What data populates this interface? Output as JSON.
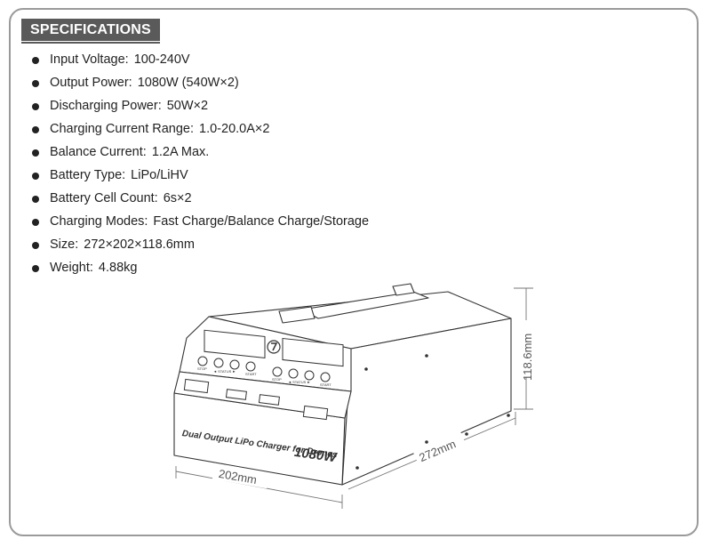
{
  "header": {
    "title": "SPECIFICATIONS"
  },
  "specs": [
    {
      "label": "Input Voltage:",
      "value": "100-240V"
    },
    {
      "label": "Output Power:",
      "value": "1080W (540W×2)"
    },
    {
      "label": "Discharging Power:",
      "value": "50W×2"
    },
    {
      "label": "Charging Current Range:",
      "value": "1.0-20.0A×2"
    },
    {
      "label": "Balance Current:",
      "value": "1.2A Max."
    },
    {
      "label": "Battery Type:",
      "value": "LiPo/LiHV"
    },
    {
      "label": "Battery Cell Count:",
      "value": "6s×2"
    },
    {
      "label": "Charging Modes:",
      "value": "Fast Charge/Balance Charge/Storage"
    },
    {
      "label": "Size:",
      "value": "272×202×118.6mm"
    },
    {
      "label": "Weight:",
      "value": "4.88kg"
    }
  ],
  "drawing": {
    "panel_text": "Dual Output LiPo Charger for Drones",
    "panel_model": "1080W",
    "dim_width": "202mm",
    "dim_depth": "272mm",
    "dim_height": "118.6mm",
    "button_labels": {
      "left_stop": "STOP",
      "left_status": "◄ STATUS ►",
      "left_start": "START",
      "right_stop": "STOP",
      "right_status": "◄ STATUS ►",
      "right_start": "START"
    }
  }
}
